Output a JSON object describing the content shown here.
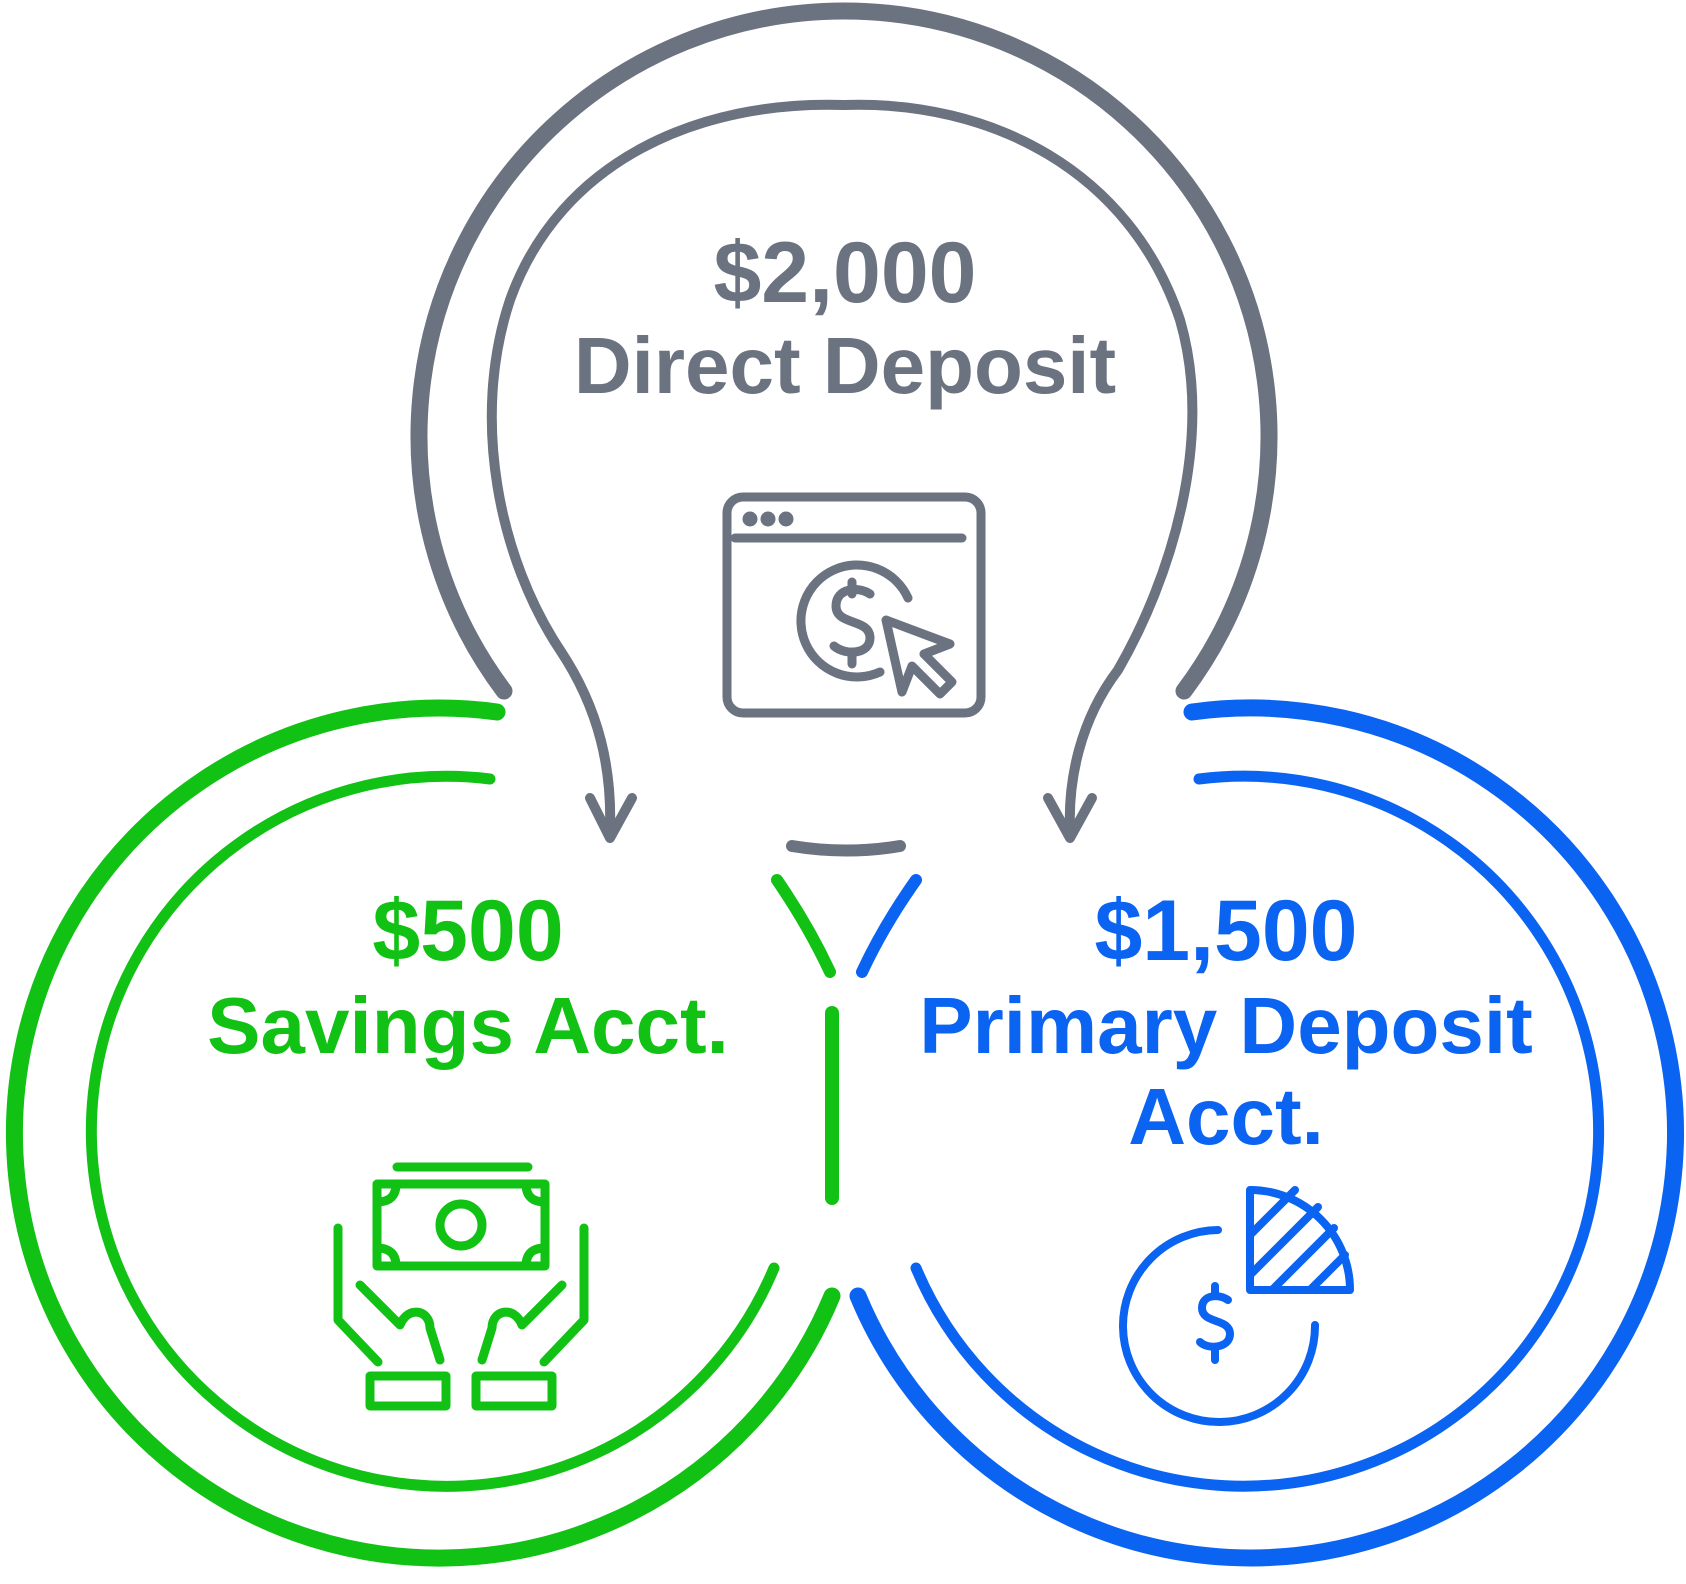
{
  "colors": {
    "gray": "#6b7280",
    "green": "#11c114",
    "blue": "#0b63f2"
  },
  "nodes": {
    "direct_deposit": {
      "amount": "$2,000",
      "label": "Direct Deposit",
      "icon": "browser-dollar-cursor-icon"
    },
    "savings": {
      "amount": "$500",
      "label": "Savings Acct.",
      "icon": "hands-holding-cash-icon"
    },
    "primary": {
      "amount": "$1,500",
      "label_line1": "Primary Deposit",
      "label_line2": "Acct.",
      "icon": "dollar-pie-chart-icon"
    }
  },
  "flows": [
    {
      "from": "Direct Deposit",
      "to": "Savings Acct.",
      "amount": "$500"
    },
    {
      "from": "Direct Deposit",
      "to": "Primary Deposit Acct.",
      "amount": "$1,500"
    }
  ]
}
